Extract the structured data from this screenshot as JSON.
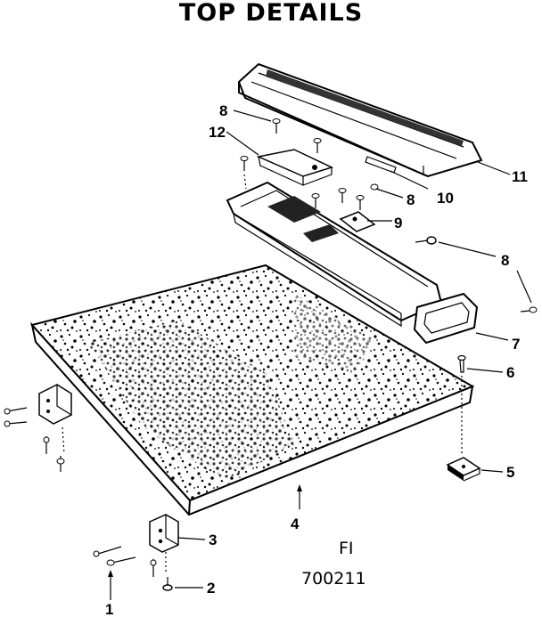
{
  "title": "TOP DETAILS",
  "part_numbers": {
    "p1": "1",
    "p2": "2",
    "p3": "3",
    "p4": "4",
    "p5": "5",
    "p6": "6",
    "p7": "7",
    "p8a": "8",
    "p8b": "8",
    "p8c": "8",
    "p9": "9",
    "p10": "10",
    "p11": "11",
    "p12": "12"
  },
  "figure_ref": {
    "line1": "FI",
    "line2": "700211"
  },
  "colors": {
    "ink": "#000000",
    "paper": "#ffffff"
  }
}
